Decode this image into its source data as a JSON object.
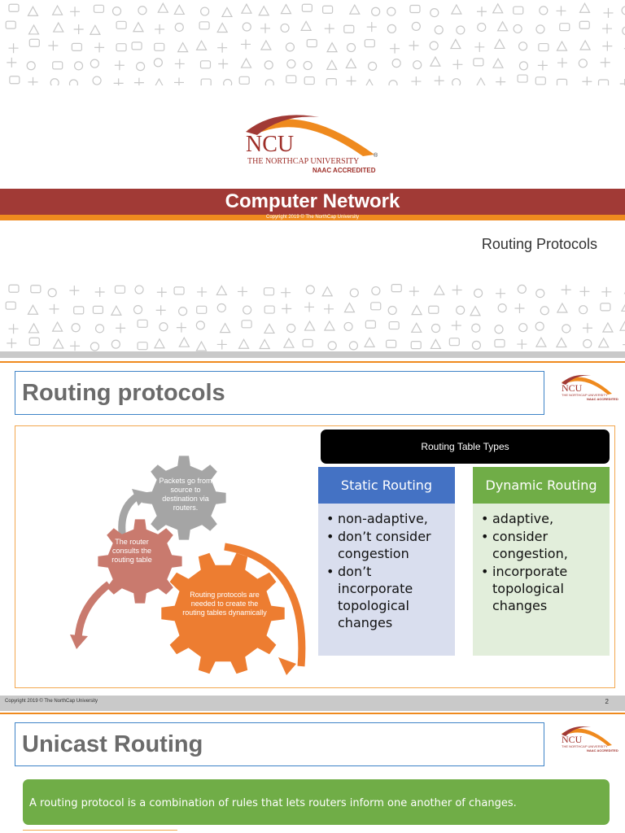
{
  "slide1": {
    "logo": {
      "mark": "NCU",
      "university": "THE NORTHCAP UNIVERSITY",
      "accreditation": "NAAC ACCREDITED",
      "registered": "®"
    },
    "title": "Computer Network",
    "copyright": "Copyright 2019 © The NorthCap University",
    "subtitle": "Routing Protocols"
  },
  "slide2": {
    "title": "Routing protocols",
    "logo": {
      "mark": "NCU",
      "university": "THE NORTHCAP UNIVERSITY",
      "accreditation": "NAAC ACCREDITED"
    },
    "cycle": {
      "gear_top": "Packets go from source to destination via routers.",
      "gear_left": "The router consults the routing table",
      "gear_right": "Routing protocols are needed to create the routing tables dynamically"
    },
    "table_header": "Routing Table  Types",
    "static": {
      "heading": "Static Routing",
      "items": [
        "non-adaptive,",
        "don’t consider congestion",
        "don’t incorporate topological changes"
      ]
    },
    "dynamic": {
      "heading": "Dynamic Routing",
      "items": [
        "adaptive,",
        "consider congestion,",
        "incorporate topological changes"
      ]
    },
    "footer": {
      "copyright": "Copyright 2019 © The NorthCap University",
      "page_number": "2"
    }
  },
  "slide3": {
    "title": "Unicast Routing",
    "logo": {
      "mark": "NCU",
      "university": "THE NORTHCAP UNIVERSITY",
      "accreditation": "NAAC ACCREDITED"
    },
    "definition": "A routing protocol is a combination of rules that lets routers inform one another of changes."
  },
  "colors": {
    "brand_red": "#a13a36",
    "brand_orange": "#ef8a1e",
    "static_blue": "#4472c4",
    "dynamic_green": "#70ad47",
    "gear_grey": "#a5a5a5",
    "gear_salmon": "#c97a6e",
    "gear_orange": "#ed7d31"
  },
  "icons": [
    "doodle-pattern-icons",
    "ncu-arc-logo-icon",
    "gear-icon",
    "cycle-arrow-icon"
  ]
}
